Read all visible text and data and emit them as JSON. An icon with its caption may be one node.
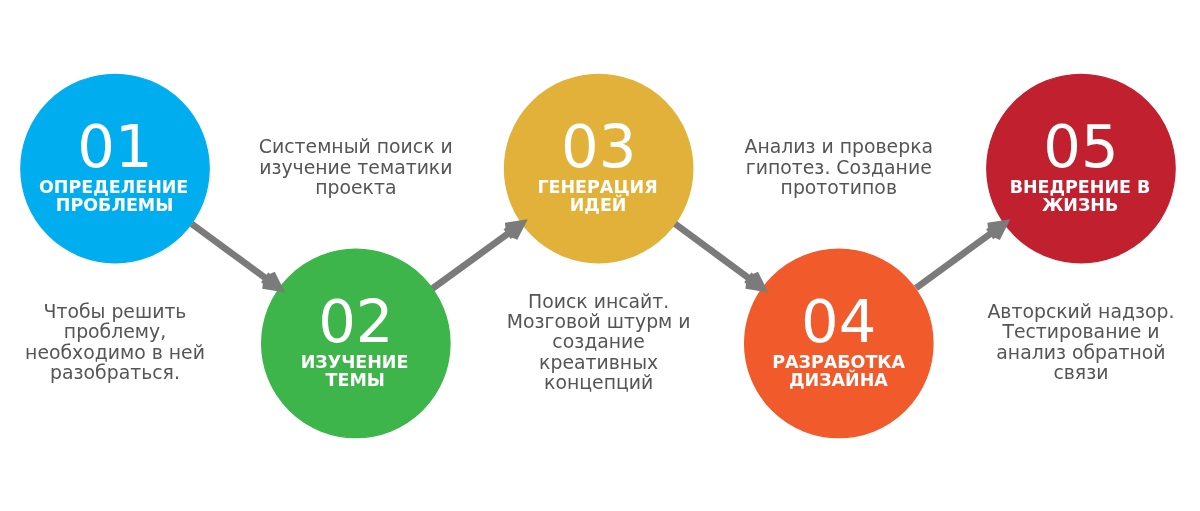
{
  "diagram": {
    "nodes": [
      {
        "text": [
          "01",
          "ОПРЕДЕЛЕНИЕ ПРОБЛЕМЫ"
        ],
        "beside": [
          "Чтобы решить проблему, необходимо в ней разобраться."
        ]
      },
      {
        "text": [
          "02",
          "ИЗУЧЕНИЕ ТЕМЫ"
        ],
        "beside": [
          "Системный поиск и изучение тематики проекта"
        ]
      },
      {
        "text": [
          "03",
          "ГЕНЕРАЦИЯ ИДЕЙ"
        ],
        "beside": [
          "Поиск инсайт. Мозговой штурм и создание креативных концепций"
        ]
      },
      {
        "text": [
          "04",
          "РАЗРАБОТКА ДИЗАЙНА"
        ],
        "beside": [
          "Анализ и проверка гипотез. Создание прототипов"
        ]
      },
      {
        "text": [
          "05",
          "ВНЕДРЕНИЕ В ЖИЗНЬ"
        ],
        "beside": [
          "Авторский надзор. Тестирование и анализ обратной связи"
        ]
      }
    ],
    "edges": [
      {
        "from": 0,
        "to": 1,
        "arrow": "to"
      },
      {
        "from": 1,
        "to": 2,
        "arrow": "to"
      },
      {
        "from": 2,
        "to": 3,
        "arrow": "to"
      },
      {
        "from": 3,
        "to": 4,
        "arrow": "to"
      }
    ]
  }
}
